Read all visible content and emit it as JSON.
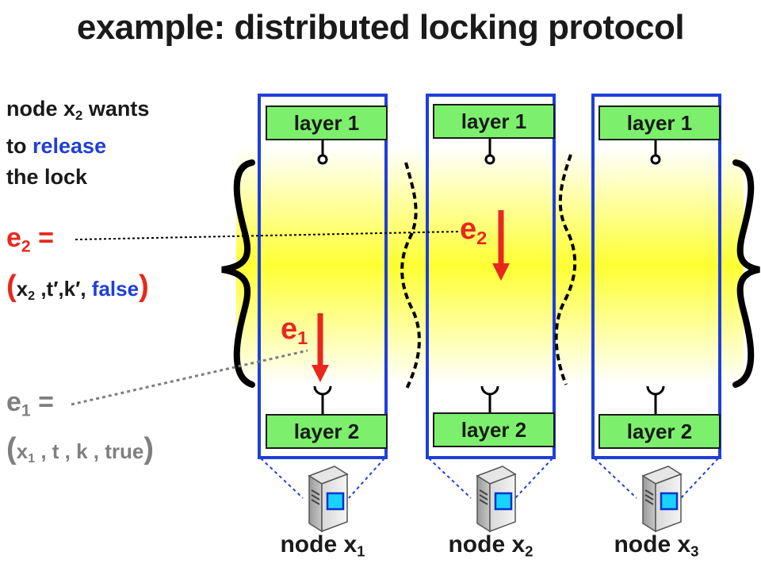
{
  "title": "example: distributed locking protocol",
  "description": {
    "line1_prefix": "node x",
    "line1_sub": "2",
    "line1_suffix": " wants",
    "line2_prefix": "to ",
    "line2_highlight": "release",
    "line3": "the lock"
  },
  "e2_tuple": {
    "label": "e",
    "label_sub": "2",
    "eq": " =",
    "open": "(",
    "node": "x",
    "node_sub": "2",
    "part1": " ,t′,k′,",
    "flag": " false",
    "close": ")"
  },
  "e1_tuple": {
    "label": "e",
    "label_sub": "1",
    "eq": " =",
    "open": "(",
    "node": "x",
    "node_sub": "1",
    "part1": " , t , k , true",
    "close": ")"
  },
  "nodes": [
    {
      "layer1": "layer 1",
      "layer2": "layer 2",
      "name": "node x",
      "sub": "1"
    },
    {
      "layer1": "layer 1",
      "layer2": "layer 2",
      "name": "node x",
      "sub": "2"
    },
    {
      "layer1": "layer 1",
      "layer2": "layer 2",
      "name": "node x",
      "sub": "3"
    }
  ],
  "events": {
    "e1": {
      "label": "e",
      "sub": "1"
    },
    "e2": {
      "label": "e",
      "sub": "2"
    }
  },
  "colors": {
    "column_border": "#1f3fd8",
    "layer_fill": "#7cf06c",
    "band": "#ffff33",
    "event": "#e8281f",
    "release_text": "#1f3fd8",
    "e1_text": "#7f7f7f"
  },
  "icons": [
    "server-icon",
    "arrow-down-icon",
    "brace-icon",
    "socket-icon"
  ]
}
